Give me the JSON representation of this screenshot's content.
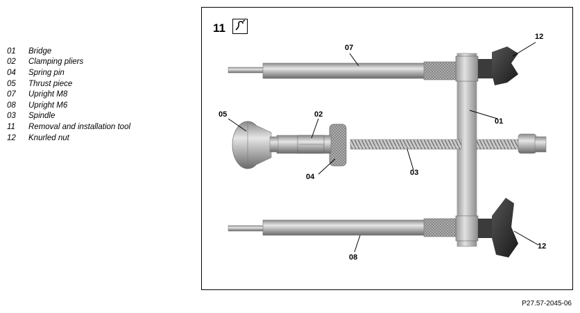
{
  "legend": {
    "items": [
      {
        "number": "01",
        "label": "Bridge"
      },
      {
        "number": "02",
        "label": "Clamping pliers"
      },
      {
        "number": "04",
        "label": "Spring pin"
      },
      {
        "number": "05",
        "label": "Thrust piece"
      },
      {
        "number": "07",
        "label": "Upright M8"
      },
      {
        "number": "08",
        "label": "Upright M6"
      },
      {
        "number": "03",
        "label": "Spindle"
      },
      {
        "number": "11",
        "label": "Removal and installation tool"
      },
      {
        "number": "12",
        "label": "Knurled nut"
      }
    ]
  },
  "figure": {
    "title_number": "11",
    "icon": "special-tool-icon",
    "callouts": {
      "c12_top": "12",
      "c07": "07",
      "c01": "01",
      "c05": "05",
      "c02": "02",
      "c04": "04",
      "c03": "03",
      "c12_bottom": "12",
      "c08": "08"
    }
  },
  "reference": "P27.57-2045-06",
  "colors": {
    "metal_dark": "#6f6f6f",
    "metal_mid": "#a8a8a8",
    "metal_light": "#dcdcdc",
    "knob": "#2a2a2a",
    "border": "#000000"
  }
}
